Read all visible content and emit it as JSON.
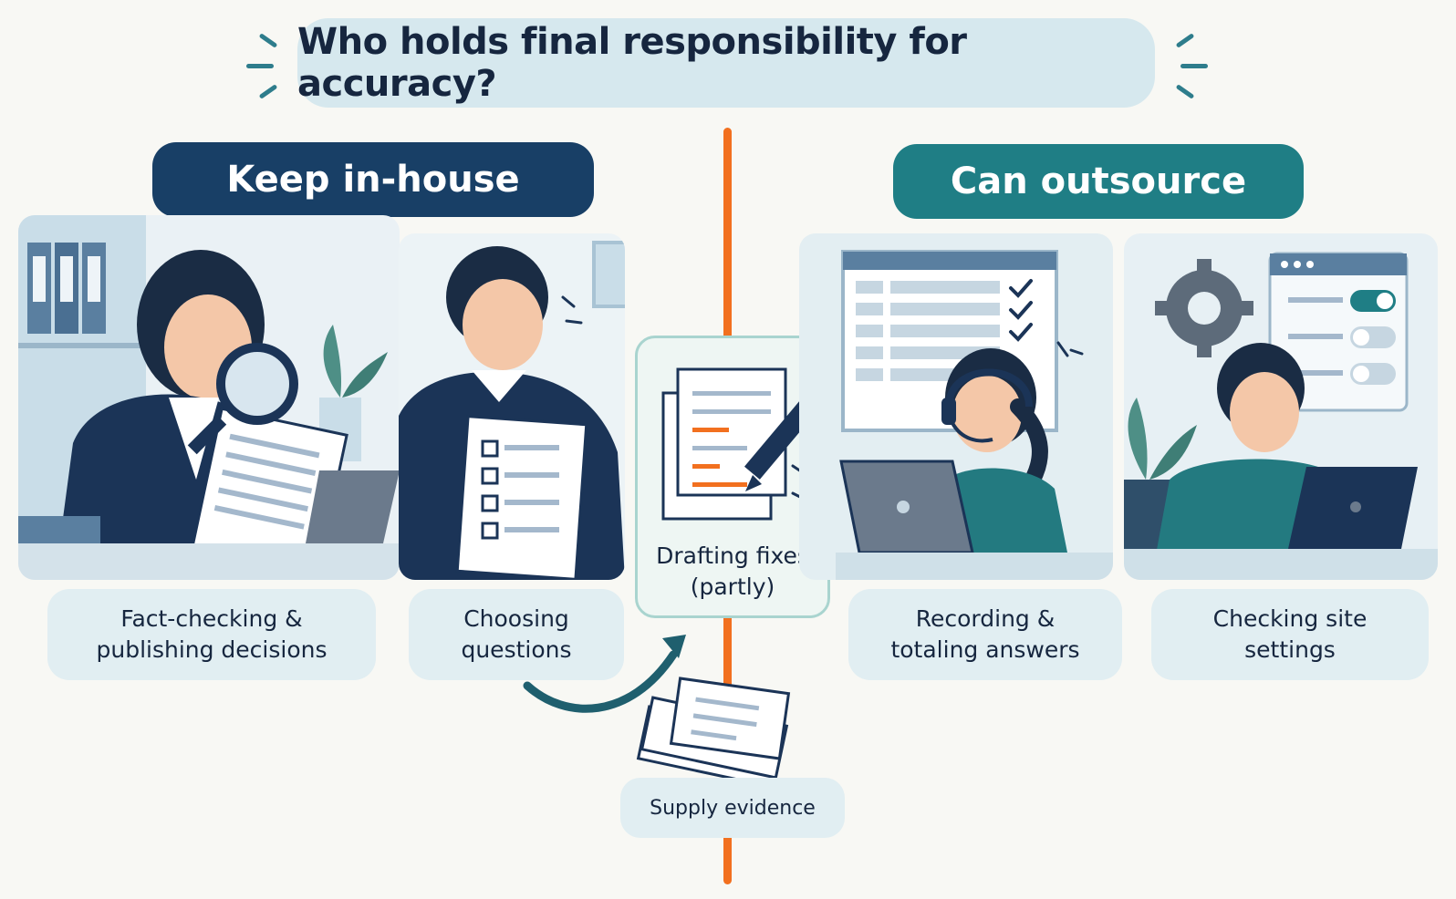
{
  "title": "Who holds final responsibility for accuracy?",
  "left_heading": "Keep in-house",
  "right_heading": "Can outsource",
  "tasks": {
    "fact_checking": "Fact-checking & publishing decisions",
    "choosing_questions": "Choosing questions",
    "drafting_fixes": "Drafting fixes (partly)",
    "supply_evidence": "Supply evidence",
    "recording_totaling": "Recording & totaling answers",
    "checking_settings": "Checking site settings"
  },
  "colors": {
    "navy": "#183f66",
    "teal": "#1f7e85",
    "orange": "#f2701f",
    "pill_bg": "#d6e8ee",
    "label_bg": "#e1eef2",
    "page_bg": "#f8f8f4"
  },
  "icons": [
    "magnifier-icon",
    "checklist-icon",
    "pencil-icon",
    "document-stack-icon",
    "spreadsheet-icon",
    "headset-icon",
    "laptop-icon",
    "gear-icon",
    "toggle-icon",
    "plant-icon",
    "binder-icon",
    "curved-arrow-icon"
  ]
}
